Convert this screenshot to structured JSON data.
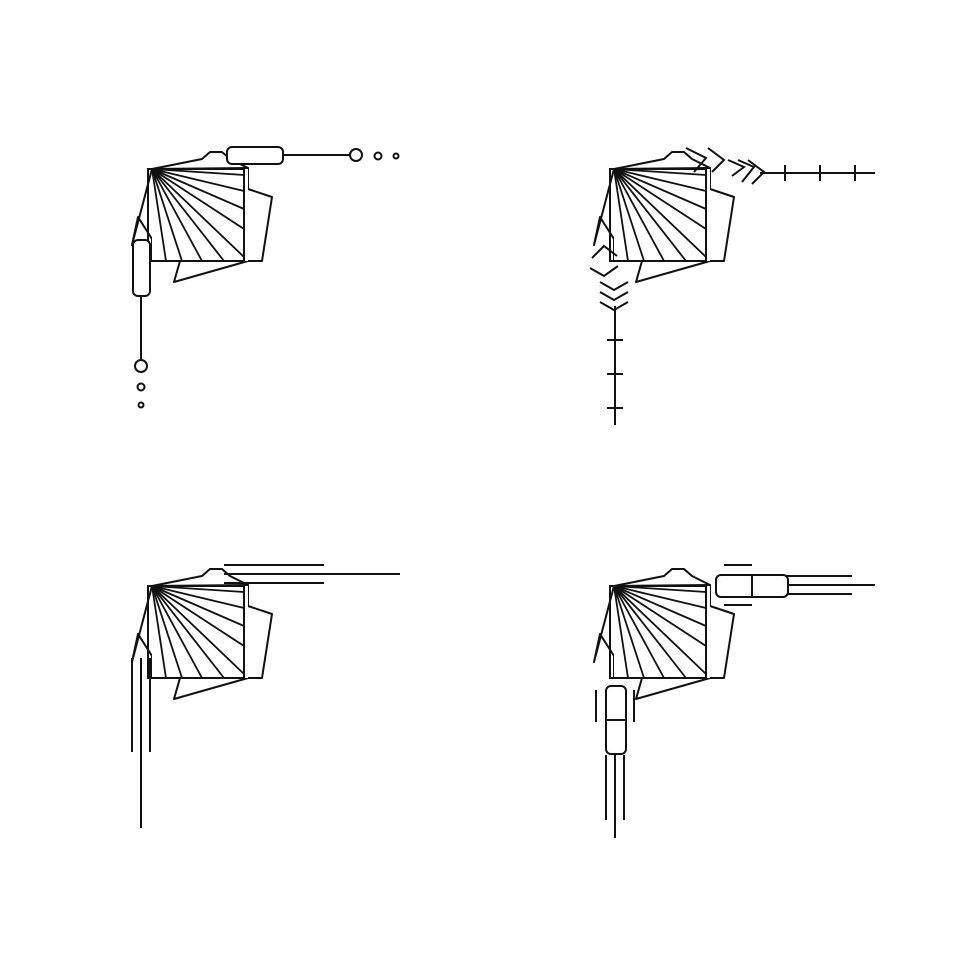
{
  "canvas": {
    "background": "#ffffff",
    "stroke_color": "#111111"
  },
  "corner_ornaments": [
    {
      "name": "corner-ornament-capsules-dots",
      "style": "capsule-and-dot-terminals"
    },
    {
      "name": "corner-ornament-chevrons-ticks",
      "style": "chevron-and-tick-terminals"
    },
    {
      "name": "corner-ornament-parallel-lines",
      "style": "parallel-line-terminals"
    },
    {
      "name": "corner-ornament-double-capsules",
      "style": "double-capsule-terminals"
    }
  ]
}
